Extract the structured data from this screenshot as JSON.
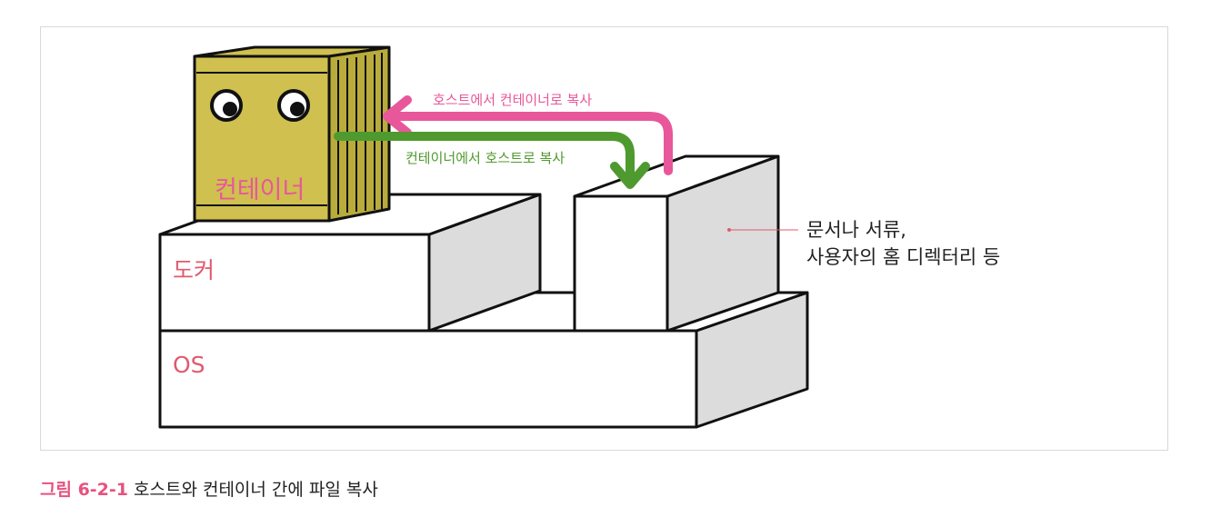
{
  "labels": {
    "container": "컨테이너",
    "docker": "도커",
    "os": "OS",
    "host_files_line1": "문서나 서류,",
    "host_files_line2": "사용자의 홈 디렉터리 등",
    "copy_host_to_container": "호스트에서 컨테이너로 복사",
    "copy_container_to_host": "컨테이너에서 호스트로 복사"
  },
  "caption": {
    "figure_number": "그림 6-2-1",
    "text": "호스트와 컨테이너 간에 파일 복사"
  },
  "colors": {
    "pink": "#e8579a",
    "green": "#4f9a2f",
    "label_red": "#e05a6e",
    "container_face": "#cfc04f",
    "container_side": "#b9ab3c",
    "block_side": "#dcdcdc",
    "block_face": "#ffffff"
  }
}
